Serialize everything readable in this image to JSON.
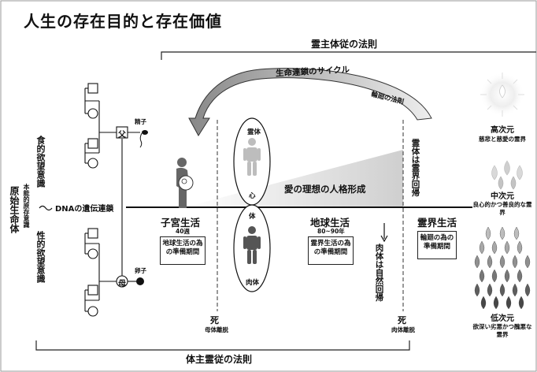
{
  "title": "人生の存在目的と存在価値",
  "top_law": "霊主体従の法則",
  "bottom_law": "体主霊従の法則",
  "cycle_label": "生命連鎖のサイクル",
  "reincarnation_label": "輪廻の法則",
  "left": {
    "origin": "原始生命体",
    "instinct": "本能的原存意識",
    "food": "食的欲望意識",
    "sex": "性的欲望意識",
    "dna": "DNAの遺伝連鎖",
    "father": "父",
    "mother": "母",
    "sperm": "精子",
    "egg": "卵子"
  },
  "center": {
    "spirit_body": "霊体",
    "heart": "心",
    "body_top": "体",
    "physical_body": "肉体",
    "love_formation": "愛の理想の人格形成",
    "spirit_return": "霊体は霊界回帰",
    "body_return": "肉体は自然回帰"
  },
  "stages": [
    {
      "name": "子宮生活",
      "duration": "40週",
      "desc": "地球生活の為の準備期間"
    },
    {
      "name": "地球生活",
      "duration": "80~90年",
      "desc": "霊界生活の為の準備期間"
    },
    {
      "name": "霊界生活",
      "duration": "",
      "desc": "輪廻の為の準備期間"
    }
  ],
  "deaths": [
    {
      "label": "死",
      "sub": "母体離脱"
    },
    {
      "label": "死",
      "sub": "肉体離脱"
    }
  ],
  "dimensions": [
    {
      "label": "高次元",
      "desc": "慈悲と慈愛の霊界"
    },
    {
      "label": "中次元",
      "desc": "良心的かつ善良的な霊界"
    },
    {
      "label": "低次元",
      "desc": "欲深い劣悪かつ醜悪な霊界"
    }
  ]
}
